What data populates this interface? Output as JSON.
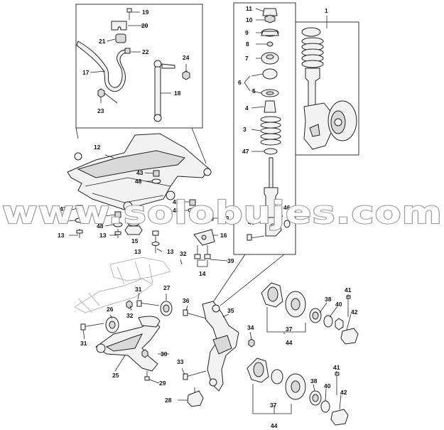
{
  "watermark": "www.solobujes.com",
  "callouts": [
    "1",
    "3",
    "4",
    "5",
    "6",
    "7",
    "8",
    "9",
    "10",
    "11",
    "12",
    "13",
    "13",
    "13",
    "13",
    "14",
    "15",
    "16",
    "17",
    "18",
    "19",
    "20",
    "21",
    "22",
    "23",
    "24",
    "25",
    "26",
    "27",
    "28",
    "29",
    "30",
    "31",
    "31",
    "32",
    "32",
    "33",
    "34",
    "35",
    "36",
    "37",
    "37",
    "38",
    "38",
    "39",
    "40",
    "40",
    "41",
    "41",
    "42",
    "42",
    "43",
    "43",
    "43",
    "43",
    "43",
    "44",
    "44",
    "45",
    "46",
    "47",
    "48",
    "48",
    "48",
    "48"
  ]
}
